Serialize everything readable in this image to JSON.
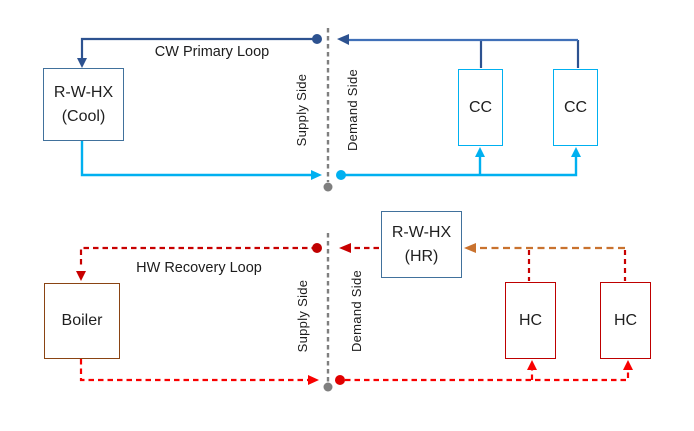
{
  "diagram": {
    "cw_loop": {
      "label": "CW Primary Loop",
      "hx": {
        "line1": "R-W-HX",
        "line2": "(Cool)"
      },
      "coils": [
        "CC",
        "CC"
      ],
      "supply_side": "Supply Side",
      "demand_side": "Demand Side"
    },
    "hw_loop": {
      "label": "HW Recovery Loop",
      "hx": {
        "line1": "R-W-HX",
        "line2": "(HR)"
      },
      "boiler": "Boiler",
      "coils": [
        "HC",
        "HC"
      ],
      "supply_side": "Supply Side",
      "demand_side": "Demand Side"
    },
    "colors": {
      "cw_return_dark_blue": "#2D5290",
      "cw_return_demand_blue": "#4070B8",
      "cw_supply_cyan": "#00B0F0",
      "hw_supply_dark_red": "#C80000",
      "hw_return_bright_red": "#F80000",
      "hw_coil_outlet_orange": "#C9722E",
      "hx_border": "#41719C",
      "cc_border": "#00B0F0",
      "hc_border": "#BE0000",
      "boiler_border": "#8A4413",
      "divider_gray": "#7F7F7F"
    }
  }
}
